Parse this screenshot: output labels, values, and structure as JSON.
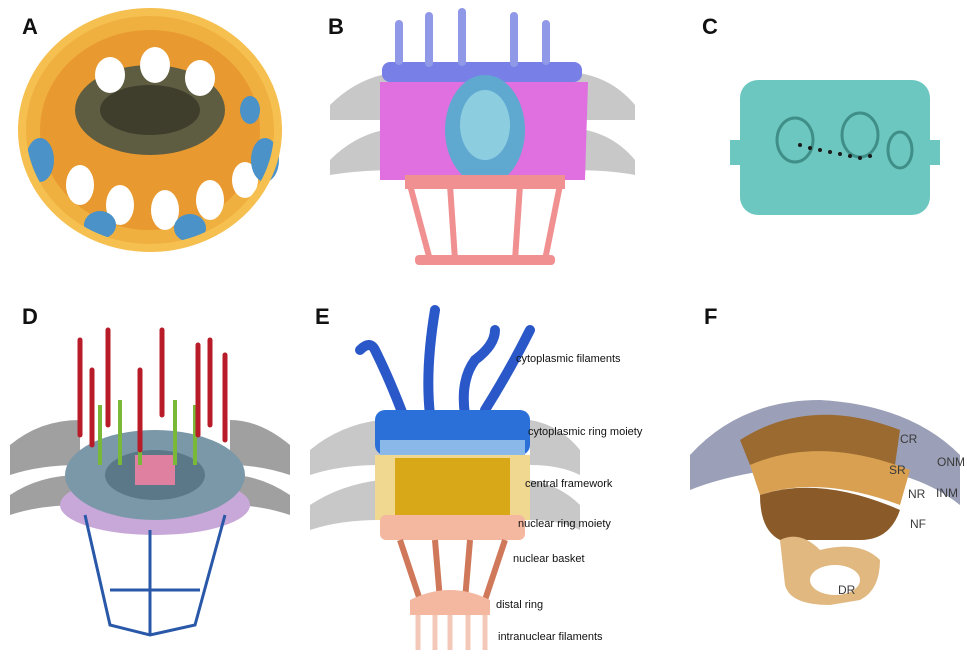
{
  "figure": {
    "panels": [
      {
        "id": "A",
        "label": "A"
      },
      {
        "id": "B",
        "label": "B"
      },
      {
        "id": "C",
        "label": "C"
      },
      {
        "id": "D",
        "label": "D"
      },
      {
        "id": "E",
        "label": "E"
      },
      {
        "id": "F",
        "label": "F"
      }
    ],
    "panel_e_labels": {
      "cytoplasmic_filaments": "cytoplasmic filaments",
      "cytoplasmic_ring_moiety": "cytoplasmic ring moiety",
      "central_framework": "central framework",
      "nuclear_ring_moiety": "nuclear ring moiety",
      "nuclear_basket": "nuclear basket",
      "distal_ring": "distal ring",
      "intranuclear_filaments": "intranuclear filaments"
    },
    "panel_f_labels": {
      "cr": "CR",
      "onm": "ONM",
      "sr": "SR",
      "inm": "INM",
      "nr": "NR",
      "nf": "NF",
      "dr": "DR"
    }
  },
  "colors": {
    "orange": "#e8a23a",
    "olive": "#6b6a4a",
    "blue": "#4a90c8",
    "magenta": "#e070e0",
    "lavender": "#8f97e8",
    "salmon": "#f09090",
    "teal": "#6cc7c0",
    "red": "#b81c28",
    "green": "#7ab838",
    "slate": "#7a98a8",
    "darkblue": "#2a58a8",
    "yellow": "#d8a818",
    "pale_yellow": "#f0d890",
    "copper": "#d0785a",
    "peach": "#f4b8a0",
    "membrane": "#9ba0b8",
    "brown": "#9a6a30",
    "tan": "#e0b880"
  }
}
